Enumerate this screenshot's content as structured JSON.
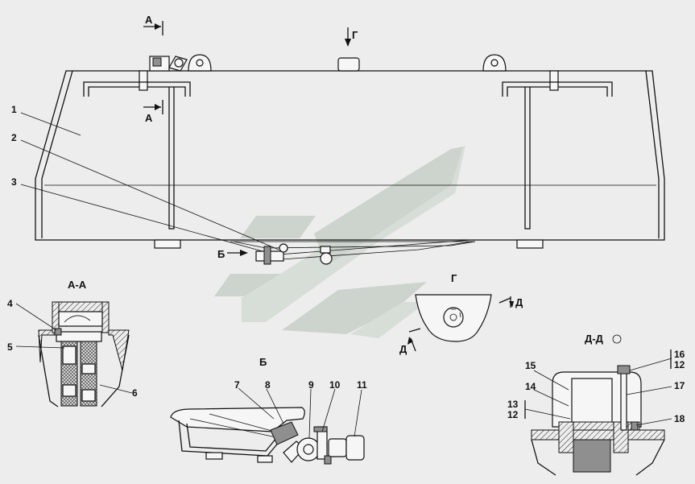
{
  "views": {
    "main_arrow_top": "А",
    "main_arrow_bottom": "А",
    "view_g_arrow": "Г",
    "view_b_arrow": "Б",
    "section_aa": "А-А",
    "view_b": "Б",
    "view_g": "Г",
    "arrow_d1": "Д",
    "arrow_d2": "Д",
    "section_dd": "Д-Д"
  },
  "callouts": {
    "p1": "1",
    "p2": "2",
    "p3": "3",
    "p4": "4",
    "p5": "5",
    "p6": "6",
    "p7": "7",
    "p8": "8",
    "p9": "9",
    "p10": "10",
    "p11": "11",
    "p12a": "12",
    "p12b": "12",
    "p13": "13",
    "p14": "14",
    "p15": "15",
    "p16": "16",
    "p17": "17",
    "p18": "18"
  }
}
